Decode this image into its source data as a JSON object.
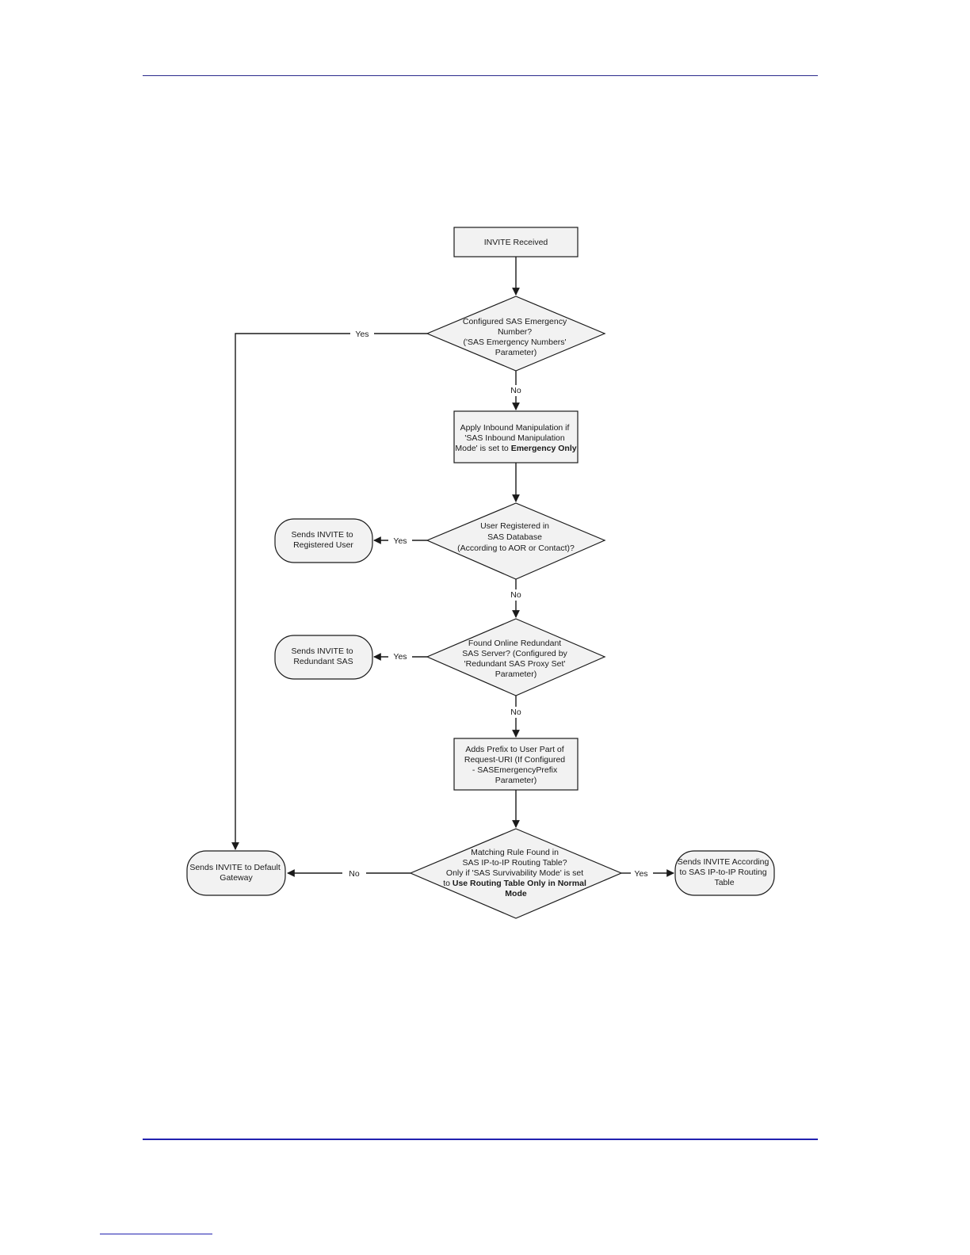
{
  "flowchart": {
    "start": {
      "lines": [
        "INVITE Received"
      ]
    },
    "decision_emergency": {
      "lines": [
        "Configured SAS Emergency",
        "Number?",
        "('SAS Emergency Numbers'",
        "Parameter)"
      ]
    },
    "process_inbound": {
      "lines": [
        "Apply Inbound Manipulation if",
        "'SAS Inbound Manipulation",
        "Mode' is set to "
      ],
      "bold": "Emergency Only"
    },
    "decision_registered": {
      "lines": [
        "User Registered in",
        "SAS Database",
        "(According to AOR or Contact)?"
      ]
    },
    "terminal_registered": {
      "lines": [
        "Sends INVITE to",
        "Registered User"
      ]
    },
    "decision_redundant": {
      "lines": [
        "Found Online Redundant",
        "SAS Server? (Configured by",
        "'Redundant SAS Proxy Set'",
        "Parameter)"
      ]
    },
    "terminal_redundant": {
      "lines": [
        "Sends INVITE to",
        "Redundant SAS"
      ]
    },
    "process_prefix": {
      "lines": [
        "Adds Prefix to User Part of",
        "Request-URI (If Configured",
        "- SASEmergencyPrefix",
        "Parameter)"
      ]
    },
    "decision_matching": {
      "lines": [
        "Matching Rule Found in",
        "SAS IP-to-IP Routing Table?",
        "Only if 'SAS Survivability Mode' is set"
      ],
      "line4_prefix": "to ",
      "line4_bold": "Use Routing Table Only in Normal",
      "line5_bold": "Mode"
    },
    "terminal_default": {
      "lines": [
        "Sends INVITE to Default",
        "Gateway"
      ]
    },
    "terminal_routing": {
      "lines": [
        "Sends INVITE According",
        "to SAS IP-to-IP Routing",
        "Table"
      ]
    },
    "labels": {
      "yes": "Yes",
      "no": "No"
    }
  },
  "colors": {
    "rule": "#2b2b8c",
    "node_fill": "#f2f2f2",
    "stroke": "#1a1a1a"
  }
}
